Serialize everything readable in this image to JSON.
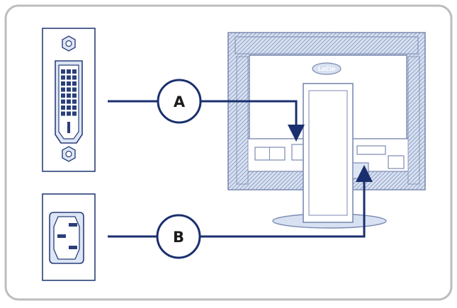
{
  "diagram": {
    "callouts": [
      {
        "label": "A",
        "connects": "dvi-port"
      },
      {
        "label": "B",
        "connects": "power-socket"
      }
    ],
    "monitor_logo": "LaCie",
    "colors": {
      "frame_border": "#bdbdbd",
      "connector_line": "#1a2f6e",
      "port_fill": "#dde6f5",
      "port_stroke": "#2a3f7a",
      "monitor_fill": "#d7e1f2",
      "monitor_stroke": "#7c8ab0",
      "hatch": "#6d7fa8"
    }
  }
}
